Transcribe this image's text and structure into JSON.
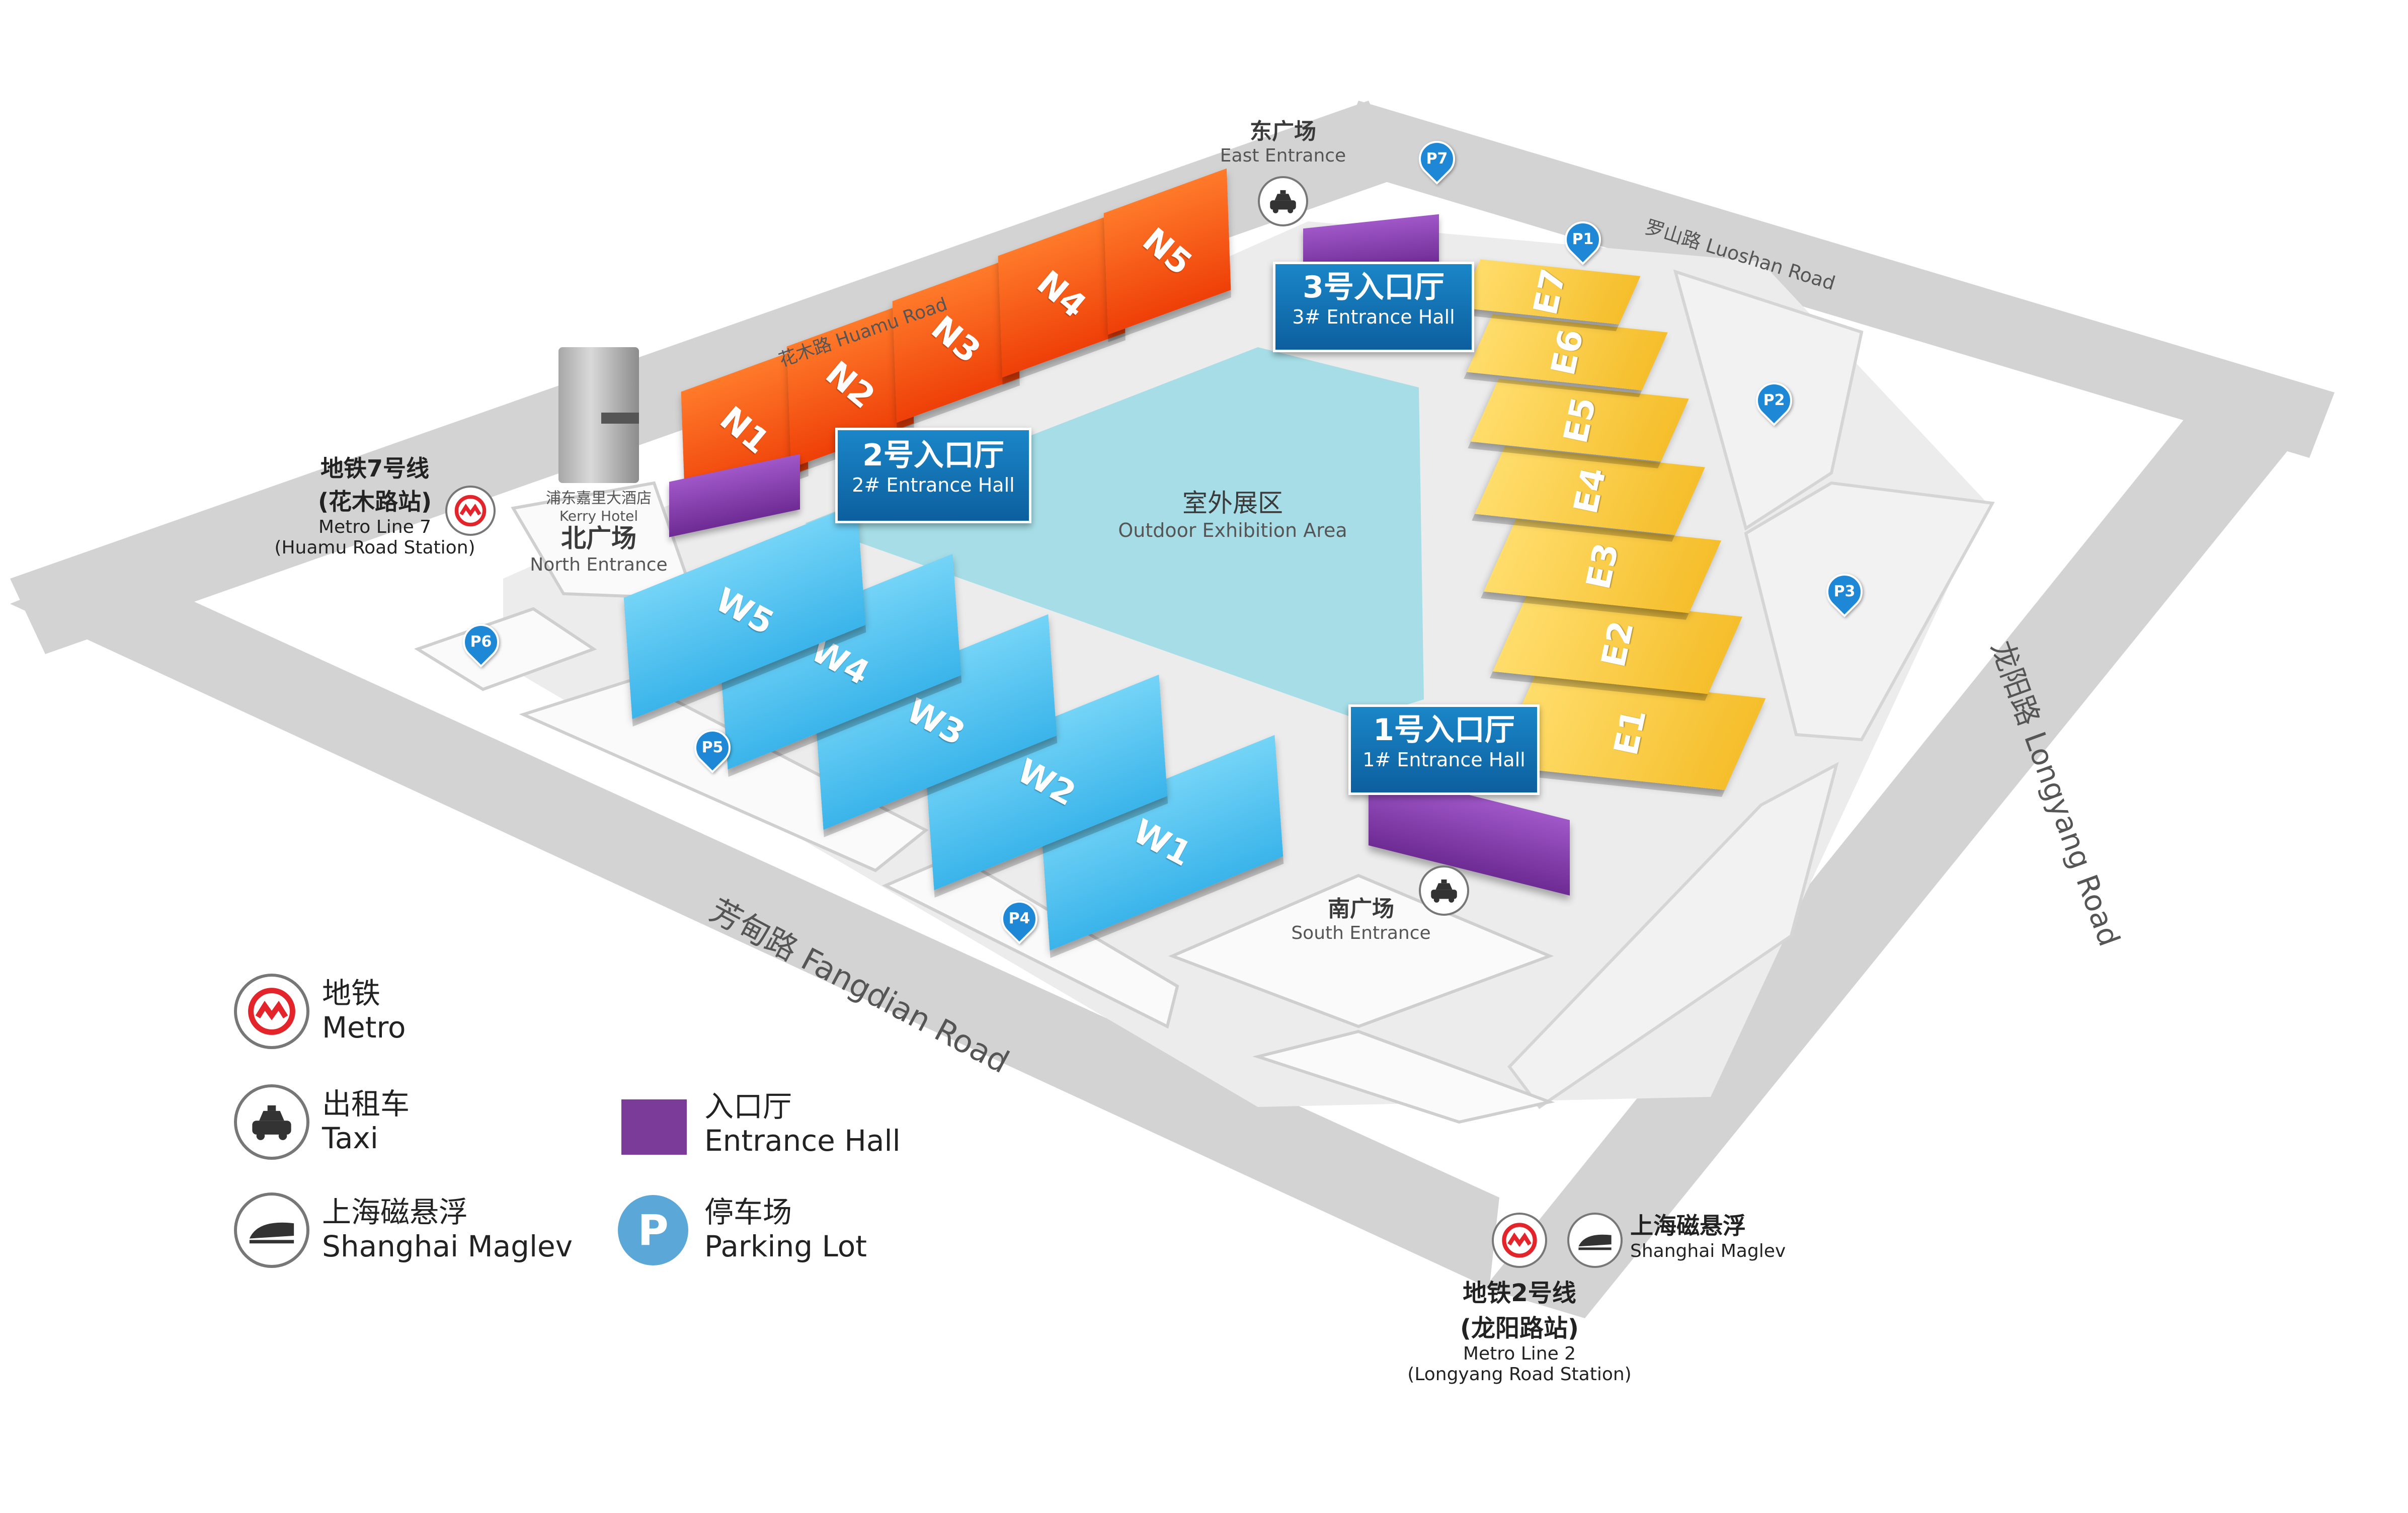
{
  "outdoor_area": {
    "zh": "室外展区",
    "en": "Outdoor Exhibition Area"
  },
  "halls_north": [
    "N1",
    "N2",
    "N3",
    "N4",
    "N5"
  ],
  "halls_west": [
    "W1",
    "W2",
    "W3",
    "W4",
    "W5"
  ],
  "halls_east": [
    "E1",
    "E2",
    "E3",
    "E4",
    "E5",
    "E6",
    "E7"
  ],
  "entrance_halls": [
    {
      "zh": "1号入口厅",
      "en": "1# Entrance Hall"
    },
    {
      "zh": "2号入口厅",
      "en": "2# Entrance Hall"
    },
    {
      "zh": "3号入口厅",
      "en": "3# Entrance Hall"
    }
  ],
  "plazas": {
    "east": {
      "zh": "东广场",
      "en": "East Entrance"
    },
    "north": {
      "zh": "北广场",
      "en": "North Entrance"
    },
    "south": {
      "zh": "南广场",
      "en": "South Entrance"
    }
  },
  "hotel": {
    "zh": "浦东嘉里大酒店",
    "en": "Kerry Hotel"
  },
  "roads": {
    "huamu": "花木路 Huamu Road",
    "luoshan": "罗山路 Luoshan Road",
    "longyang": "龙阳路 Longyang Road",
    "fangdian": "芳甸路 Fangdian Road"
  },
  "parking": [
    "P1",
    "P2",
    "P3",
    "P4",
    "P5",
    "P6",
    "P7"
  ],
  "metro7": {
    "line1": "地铁7号线",
    "line2": "(花木路站)",
    "line3": "Metro Line 7",
    "line4": "(Huamu Road Station)"
  },
  "metro2": {
    "line1": "地铁2号线",
    "line2": "(龙阳路站)",
    "line3": "Metro Line 2",
    "line4": "(Longyang Road Station)"
  },
  "maglev_label": {
    "zh": "上海磁悬浮",
    "en": "Shanghai Maglev"
  },
  "legend": {
    "metro": {
      "zh": "地铁",
      "en": "Metro"
    },
    "taxi": {
      "zh": "出租车",
      "en": "Taxi"
    },
    "maglev": {
      "zh": "上海磁悬浮",
      "en": "Shanghai Maglev"
    },
    "entrance_hall": {
      "zh": "入口厅",
      "en": "Entrance Hall"
    },
    "parking": {
      "zh": "停车场",
      "en": "Parking Lot",
      "icon_letter": "P"
    }
  },
  "colors": {
    "north_halls": "#ff5a16",
    "west_halls": "#55c6f2",
    "east_halls": "#ffd24d",
    "entrance": "#8a3fb0",
    "outdoor": "#a6dde6",
    "road": "#cfcfcf",
    "parking_pin": "#1e88d6",
    "metro_red": "#e3242b"
  },
  "icons": {
    "metro": "metro-icon",
    "taxi": "taxi-icon",
    "maglev": "maglev-icon",
    "parking": "parking-icon"
  }
}
